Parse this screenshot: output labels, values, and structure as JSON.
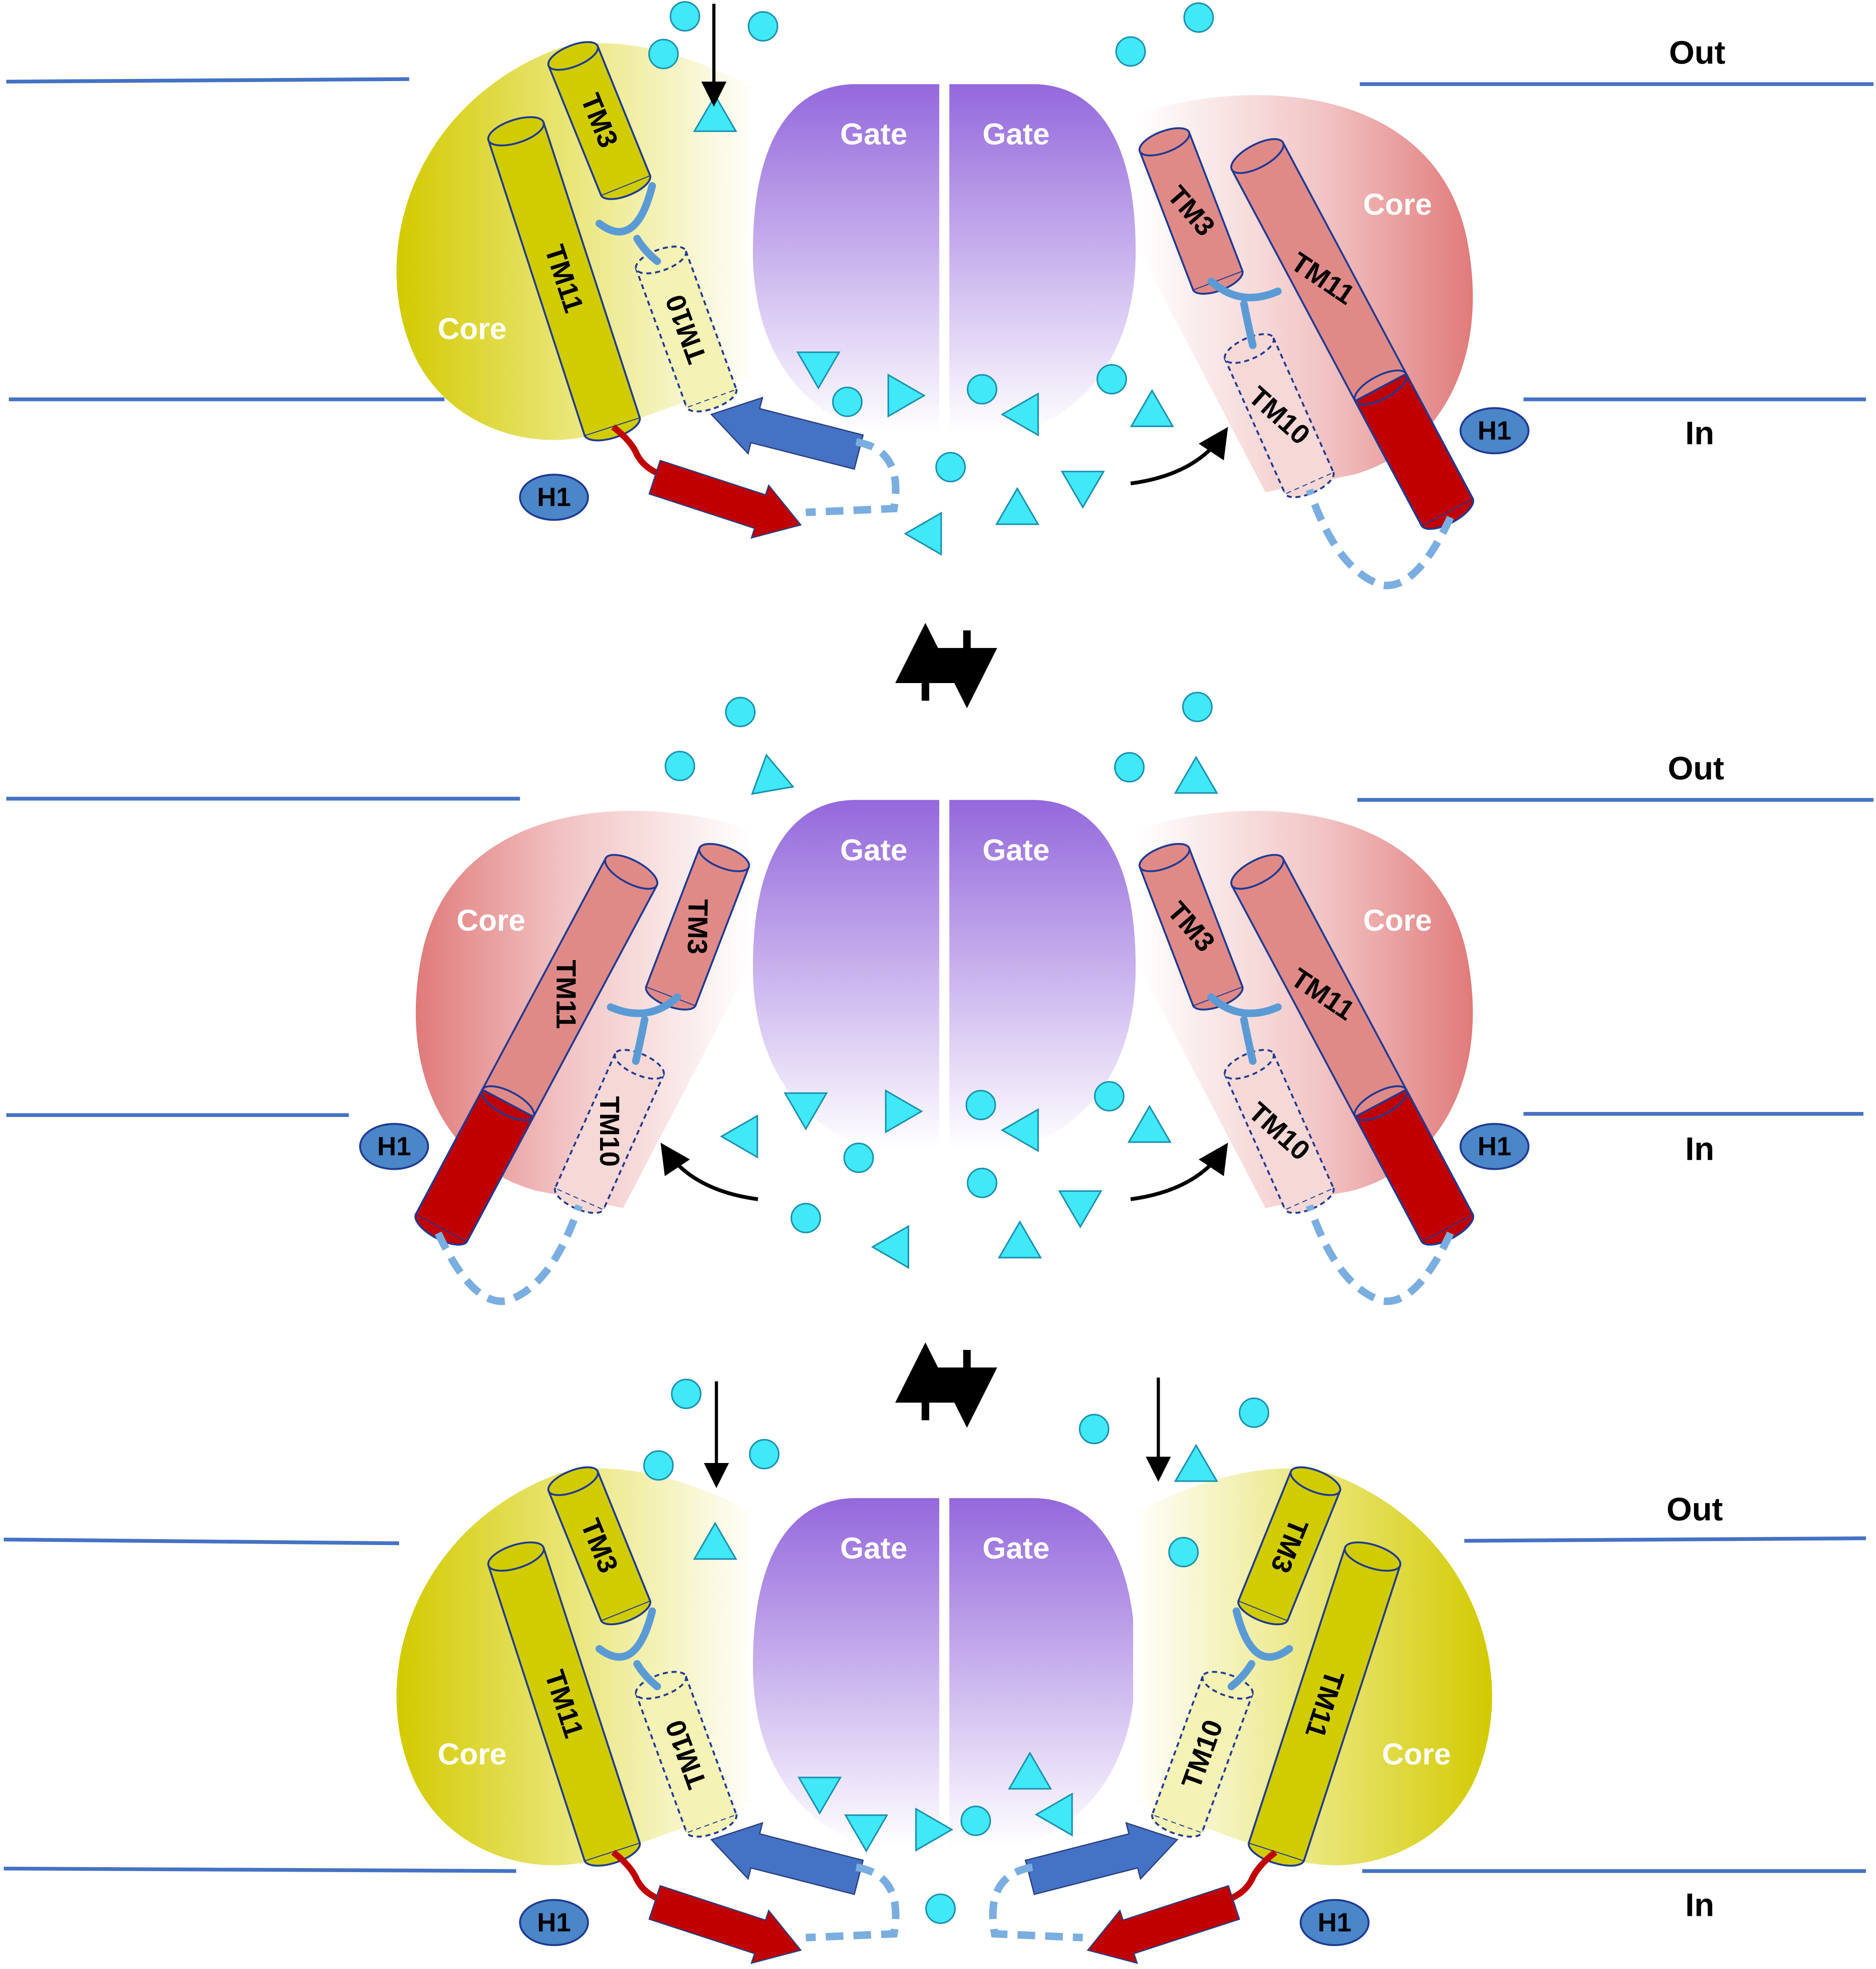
{
  "labels": {
    "out": "Out",
    "in": "In",
    "gate": "Gate",
    "core": "Core",
    "tm3": "TM3",
    "tm10": "TM10",
    "tm11": "TM11",
    "h1": "H1"
  },
  "colors": {
    "membrane": "#4472c4",
    "gate_top": "#9468dc",
    "yellow_core": "#d4cc00",
    "pink_core": "#e07a7a",
    "helix_red": "#c00000",
    "ligand": "#40e8f8",
    "linker": "#5b9bd5",
    "h1_fill": "#4a86c8",
    "blue_arrow": "#4472c4"
  }
}
